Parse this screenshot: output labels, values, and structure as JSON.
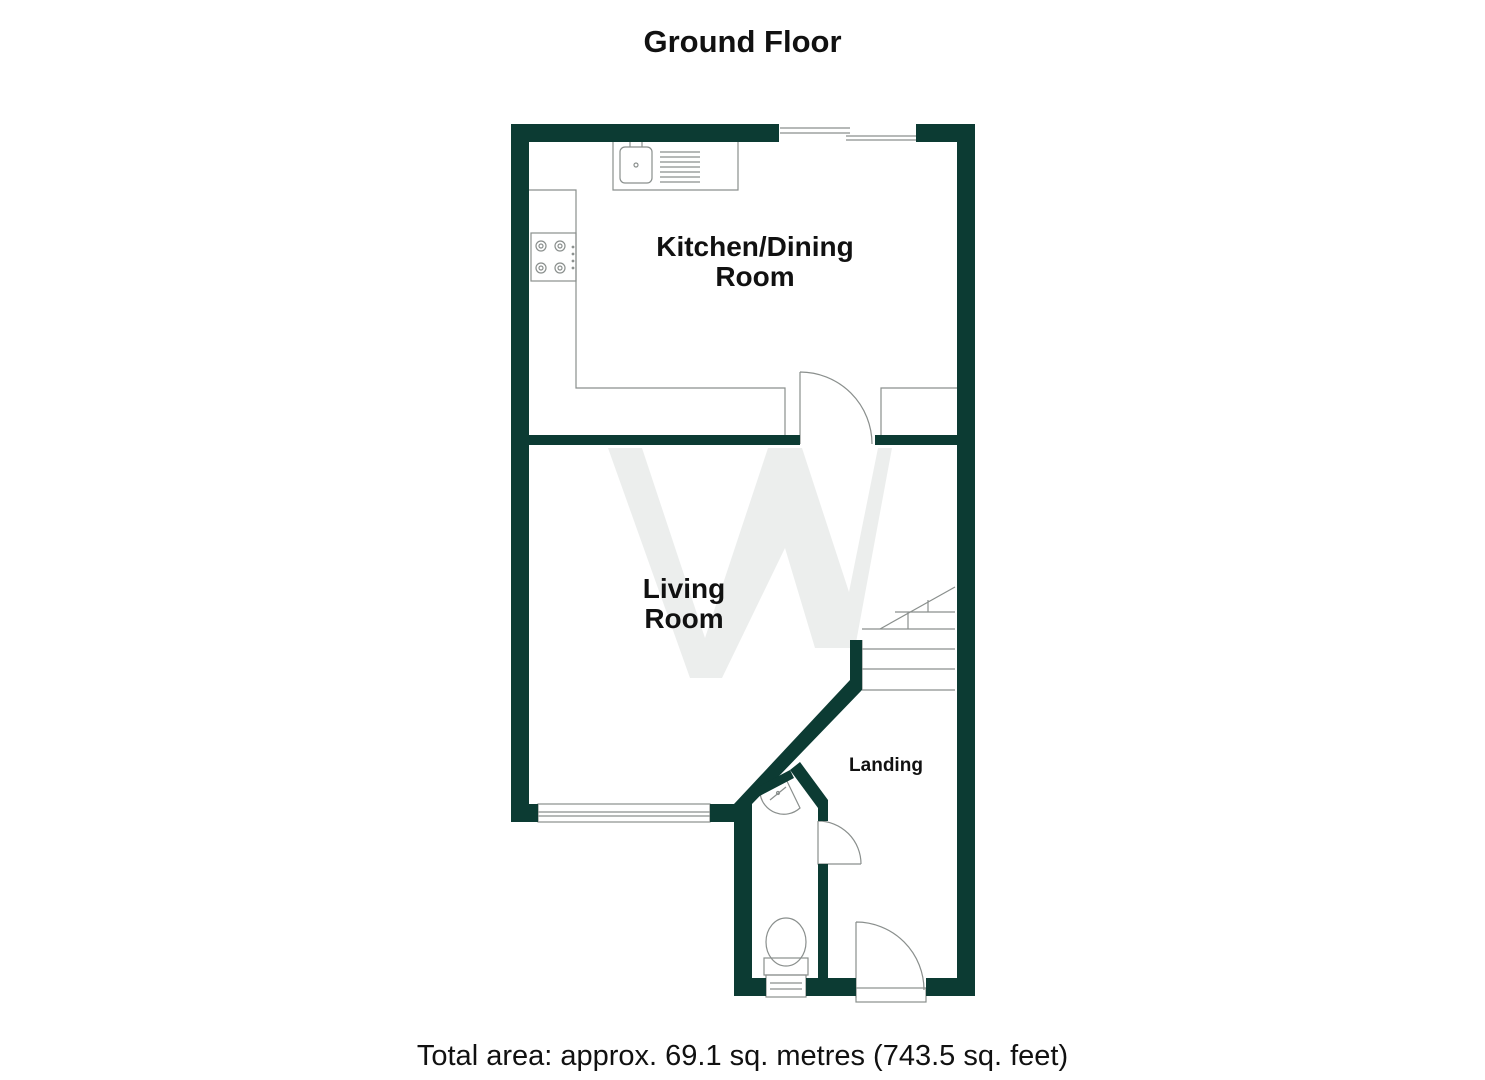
{
  "title": "Ground Floor",
  "rooms": {
    "kitchen": {
      "line1": "Kitchen/Dining",
      "line2": "Room"
    },
    "living": {
      "line1": "Living",
      "line2": "Room"
    },
    "landing": {
      "label": "Landing"
    }
  },
  "total_area": "Total area: approx. 69.1 sq. metres (743.5 sq. feet)",
  "colors": {
    "wall": "#0c3b33",
    "fixture_line": "#8a8f8d",
    "watermark": "#e9ebea",
    "text": "#111111"
  },
  "icons": {
    "watermark": "letter-w-watermark",
    "sink": "sink-icon",
    "hob": "hob-icon",
    "toilet": "toilet-icon",
    "basin": "basin-icon",
    "stairs": "stairs-icon"
  }
}
